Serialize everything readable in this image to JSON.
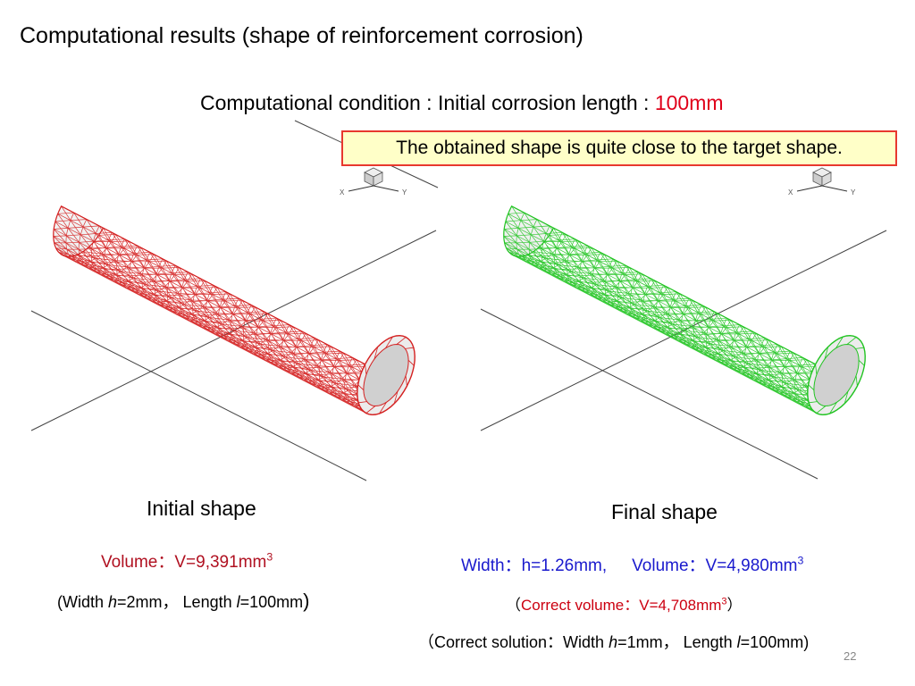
{
  "title": "Computational results (shape of reinforcement corrosion)",
  "condition": {
    "prefix": "Computational condition : Initial corrosion length : ",
    "value": "100mm"
  },
  "callout": "The obtained shape is quite close to the target shape.",
  "axes_triad": {
    "x_label": "X",
    "y_label": "Y"
  },
  "initial": {
    "caption": "Initial shape",
    "volume_label": "Volume：V=9,391mm",
    "volume_exp": "3",
    "dims_open": "(Width ",
    "dims_h": "h",
    "dims_mid": "=2mm， Length ",
    "dims_l": "l",
    "dims_end": "=100mm",
    "dims_close": ")"
  },
  "final": {
    "caption": "Final shape",
    "width_text": "Width：h=1.26mm,",
    "volume_text": "Volume：V=4,980mm",
    "volume_exp": "3",
    "correct_open": "（",
    "correct_text": "Correct volume：V=4,708mm",
    "correct_exp": "3",
    "correct_close": "）",
    "solution_open": "（Correct solution：Width ",
    "solution_h": "h",
    "solution_mid": "=1mm， Length ",
    "solution_l": "l",
    "solution_end": "=100mm)"
  },
  "page_number": "22",
  "colors": {
    "initial_mesh": "#d42020",
    "final_mesh": "#22c422",
    "highlight": "#e0001a",
    "callout_bg": "#ffffc8",
    "blue": "#1a1acd"
  }
}
